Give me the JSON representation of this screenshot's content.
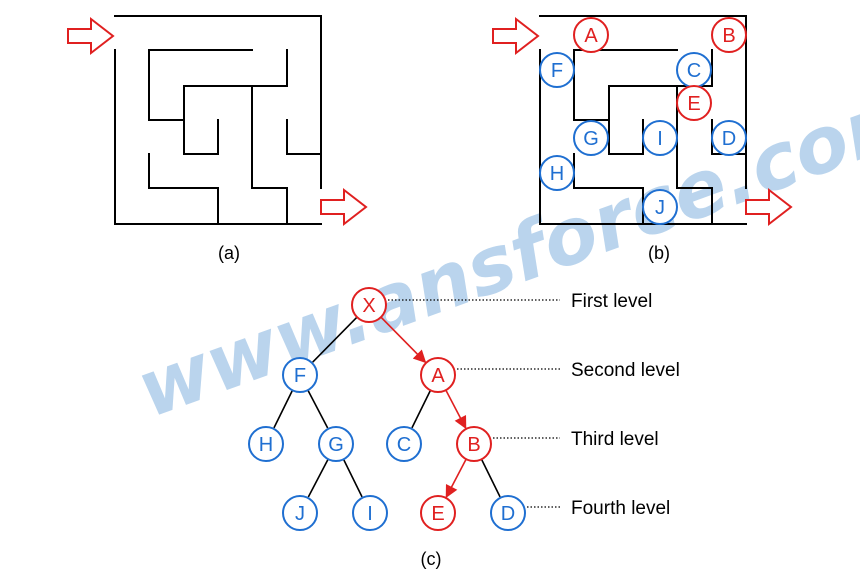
{
  "colors": {
    "wall": "#000000",
    "red": "#e02020",
    "blue": "#1f6fd1",
    "watermark": "#9dc3e6",
    "leader": "#000000"
  },
  "captions": {
    "a": "(a)",
    "b": "(b)",
    "c": "(c)"
  },
  "watermark": "www.ansforce.com",
  "maze_b_nodes": [
    {
      "label": "A",
      "color": "red"
    },
    {
      "label": "B",
      "color": "red"
    },
    {
      "label": "F",
      "color": "blue"
    },
    {
      "label": "C",
      "color": "blue"
    },
    {
      "label": "E",
      "color": "red"
    },
    {
      "label": "G",
      "color": "blue"
    },
    {
      "label": "I",
      "color": "blue"
    },
    {
      "label": "D",
      "color": "blue"
    },
    {
      "label": "H",
      "color": "blue"
    },
    {
      "label": "J",
      "color": "blue"
    }
  ],
  "tree": {
    "nodes": [
      {
        "label": "X",
        "color": "red"
      },
      {
        "label": "F",
        "color": "blue"
      },
      {
        "label": "A",
        "color": "red"
      },
      {
        "label": "H",
        "color": "blue"
      },
      {
        "label": "G",
        "color": "blue"
      },
      {
        "label": "C",
        "color": "blue"
      },
      {
        "label": "B",
        "color": "red"
      },
      {
        "label": "J",
        "color": "blue"
      },
      {
        "label": "I",
        "color": "blue"
      },
      {
        "label": "E",
        "color": "red"
      },
      {
        "label": "D",
        "color": "blue"
      }
    ],
    "edges": [
      {
        "from": "X",
        "to": "F",
        "color": "black",
        "arrow": false
      },
      {
        "from": "X",
        "to": "A",
        "color": "red",
        "arrow": true
      },
      {
        "from": "F",
        "to": "H",
        "color": "black",
        "arrow": false
      },
      {
        "from": "F",
        "to": "G",
        "color": "black",
        "arrow": false
      },
      {
        "from": "A",
        "to": "C",
        "color": "black",
        "arrow": false
      },
      {
        "from": "A",
        "to": "B",
        "color": "red",
        "arrow": true
      },
      {
        "from": "G",
        "to": "J",
        "color": "black",
        "arrow": false
      },
      {
        "from": "G",
        "to": "I",
        "color": "black",
        "arrow": false
      },
      {
        "from": "B",
        "to": "E",
        "color": "red",
        "arrow": true
      },
      {
        "from": "B",
        "to": "D",
        "color": "black",
        "arrow": false
      }
    ],
    "levels": [
      {
        "label": "First level"
      },
      {
        "label": "Second level"
      },
      {
        "label": "Third level"
      },
      {
        "label": "Fourth level"
      }
    ]
  }
}
